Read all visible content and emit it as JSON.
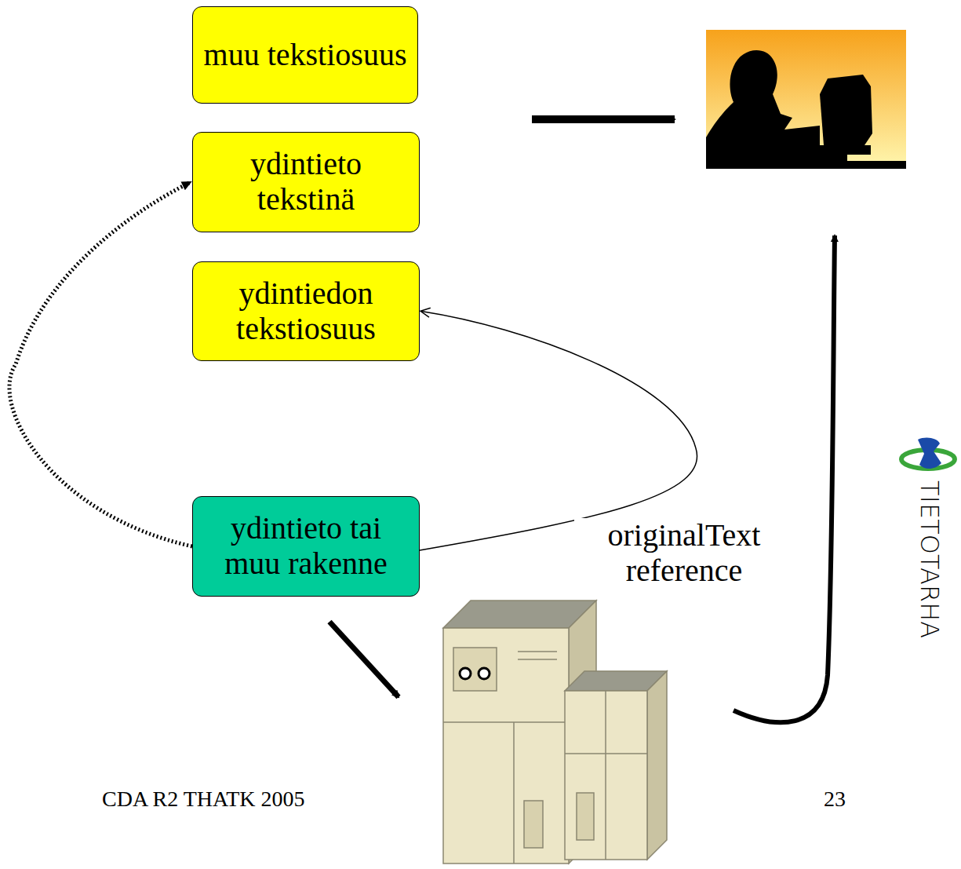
{
  "diagram": {
    "nodes": [
      {
        "text": [
          "muu tekstiosuus"
        ]
      },
      {
        "text": [
          "ydintieto tekstinä"
        ]
      },
      {
        "text": [
          "ydintiedon tekstiosuus"
        ]
      },
      {
        "text": [
          "ydintieto tai muu rakenne"
        ]
      }
    ],
    "edges": [
      {
        "from": 3,
        "to": 1,
        "arrow": "to"
      },
      {
        "from": 3,
        "to": 2,
        "arrow": "to",
        "label": "originalText reference"
      }
    ],
    "labels": [
      "CDA R2 THATK 2005",
      "23",
      "TIETOTARHA"
    ]
  }
}
